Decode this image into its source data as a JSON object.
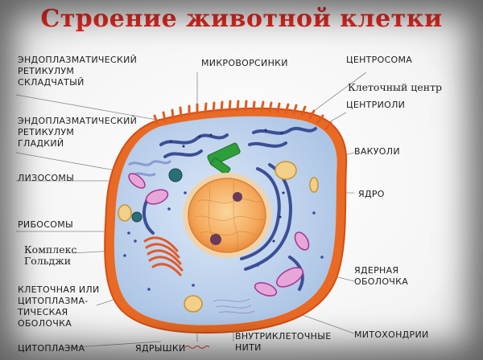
{
  "title": "Строение животной клетки",
  "labels": {
    "er_rough": "ЭНДОПЛАЗМАТИЧЕСКИЙ\nРЕТИКУЛУМ\nСКЛАДЧАТЫЙ",
    "microvilli": "МИКРОВОРСИНКИ",
    "centrosome": "ЦЕНТРОСОМА",
    "cell_center": "Клеточный центр",
    "centrioles": "ЦЕНТРИОЛИ",
    "er_smooth": "ЭНДОПЛАЗМАТИЧЕСКИЙ\nРЕТИКУЛУМ\nГЛАДКИЙ",
    "vacuoles": "ВАКУОЛИ",
    "lysosomes": "ЛИЗОСОМЫ",
    "nucleus": "ЯДРО",
    "ribosomes": "РИБОСОМЫ",
    "golgi": "Комплекс\nГольджи",
    "nuclear_envelope": "ЯДЕРНАЯ\nОБОЛОЧКА",
    "membrane": "КЛЕТОЧНАЯ ИЛИ\nЦИТОПЛАЗМА-\nТИЧЕСКАЯ\nОБОЛОЧКА",
    "mitochondria": "МИТОХОНДРИИ",
    "cytoplasm": "ЦИТОПЛАЗМА",
    "nucleoli": "ЯДРЫШКИ",
    "filaments": "ВНУТРИКЛЕТОЧНЫЕ\nНИТИ"
  },
  "colors": {
    "title": "#e32b23",
    "membrane_outer": "#e87a2a",
    "cytoplasm": "#c9ddf2",
    "nucleus": "#f6b366",
    "er": "#3b4f97",
    "golgi": "#e05a2a",
    "mitochondria": "#c45ab0",
    "centrosome": "#2e9e3a"
  }
}
